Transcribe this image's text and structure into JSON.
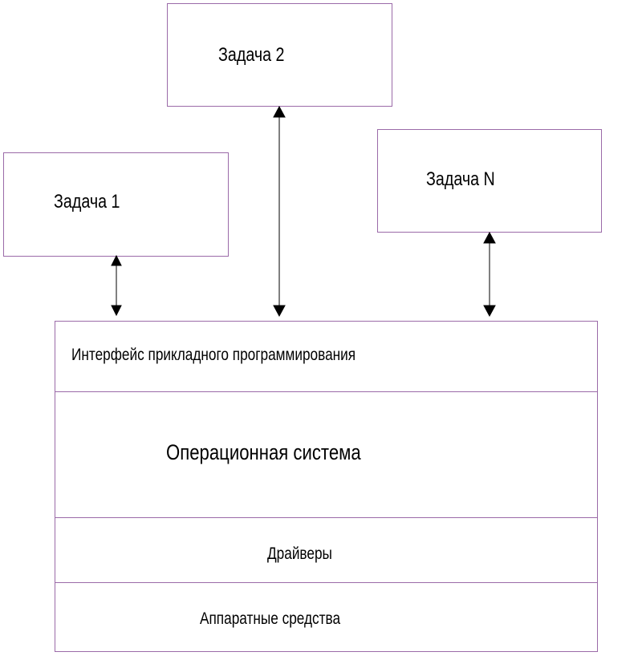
{
  "tasks": {
    "task1": "Задача 1",
    "task2": "Задача 2",
    "taskN": "Задача N"
  },
  "layers": {
    "api": "Интерфейс прикладного программирования",
    "os": "Операционная система",
    "drivers": "Драйверы",
    "hardware": "Аппаратные средства"
  },
  "colors": {
    "border": "#9b6aa8",
    "arrow": "#000000"
  }
}
